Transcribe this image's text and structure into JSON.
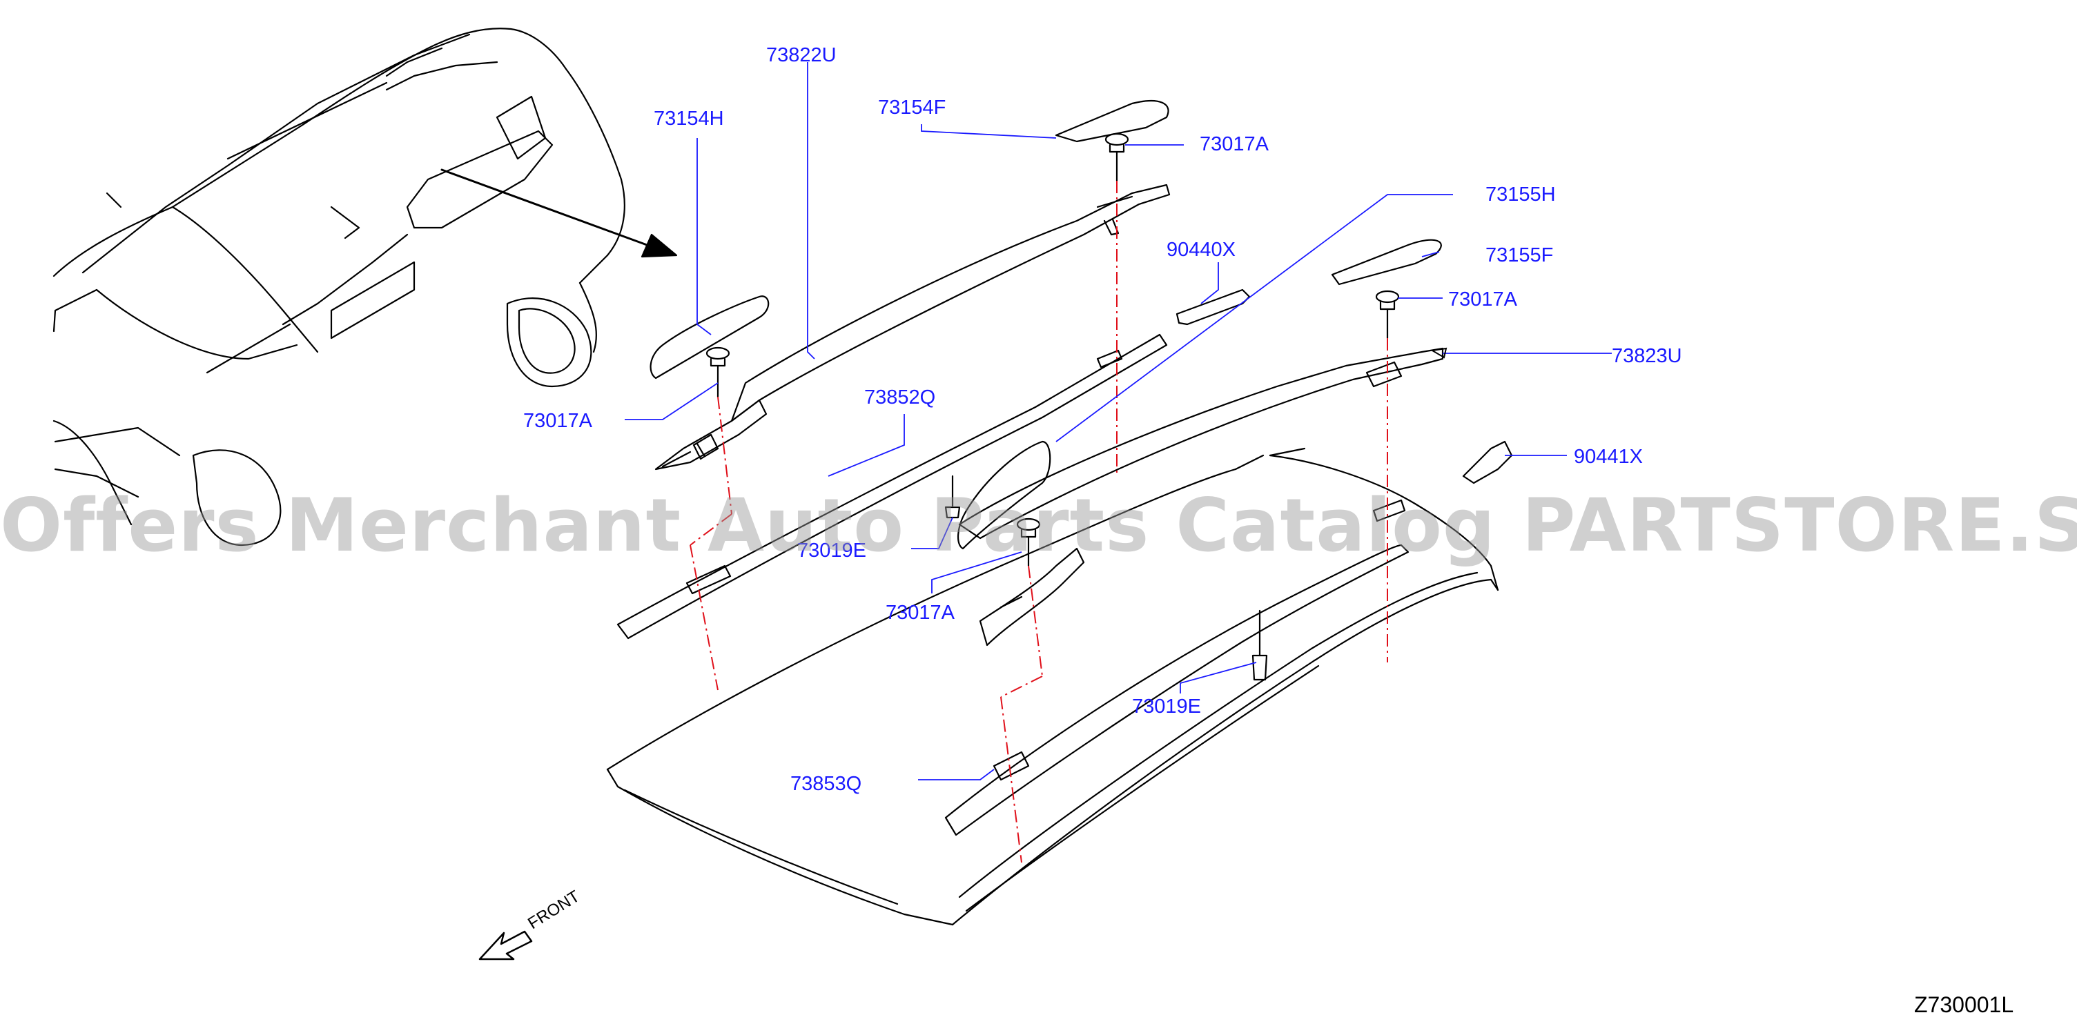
{
  "parts": {
    "p73822U": "73822U",
    "p73154H": "73154H",
    "p73154F": "73154F",
    "p73017A_top": "73017A",
    "p73155H": "73155H",
    "p90440X": "90440X",
    "p73155F": "73155F",
    "p73017A_right": "73017A",
    "p73823U": "73823U",
    "p73017A_left": "73017A",
    "p73852Q": "73852Q",
    "p90441X": "90441X",
    "p73019E_left": "73019E",
    "p73017A_mid": "73017A",
    "p73019E_right": "73019E",
    "p73853Q": "73853Q"
  },
  "front_label": "FRONT",
  "diagram_id": "Z730001L",
  "watermark": "Offers Merchant Auto Parts Catalog PARTSTORE.SA",
  "colors": {
    "label": "#1a1aff",
    "leader": "#1a1aff",
    "centerline": "#e0101a",
    "line": "#000000"
  }
}
